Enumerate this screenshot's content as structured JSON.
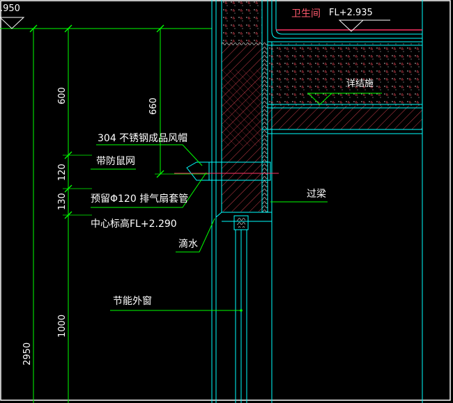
{
  "labels": {
    "elev_top_left": ".950",
    "elev_bathroom": "FL+2.935",
    "room_bathroom": "卫生间",
    "see_structure": "详结施",
    "vent_cap": "304  不锈钢成品风帽",
    "rat_mesh": "带防鼠网",
    "sleeve": "预留Φ120  排气扇套管",
    "center_elev": "中心标高FL+2.290",
    "drip": "滴水",
    "lintel": "过梁",
    "window": "节能外窗"
  },
  "dimensions": {
    "d600": "600",
    "d120": "120",
    "d130": "130",
    "d1000": "1000",
    "d2950": "2950",
    "d660": "660"
  },
  "colors": {
    "background": "#000000",
    "dimension": "#00ff00",
    "wall": "#00ffff",
    "leader": "#00ff00",
    "text": "#ffffff",
    "hatch": "#ff4d5e",
    "room_text": "#ff5a6e",
    "level_line": "#ff3366",
    "concrete": "#9aa0a0",
    "insulation": "#ffd84a",
    "frame": "#ffffff"
  }
}
